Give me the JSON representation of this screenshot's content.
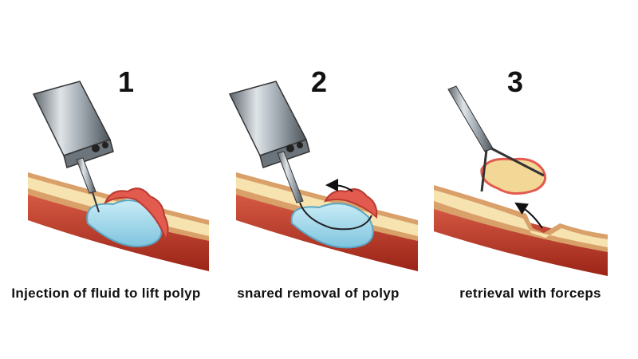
{
  "steps": [
    {
      "number": "1",
      "caption": "Injection of fluid to lift polyp"
    },
    {
      "number": "2",
      "caption": "snared removal of polyp"
    },
    {
      "number": "3",
      "caption": "retrieval with forceps"
    }
  ],
  "colors": {
    "muscle": "#c0392b",
    "mucosa_outer": "#d9a06a",
    "mucosa_inner": "#f6e3b0",
    "fluid": "#a9dcec",
    "polyp": "#e35a4f",
    "instrument": "#9aa3ab"
  },
  "icons": [
    "endoscope-icon",
    "needle-icon",
    "snare-icon",
    "forceps-icon",
    "arrow-icon"
  ]
}
